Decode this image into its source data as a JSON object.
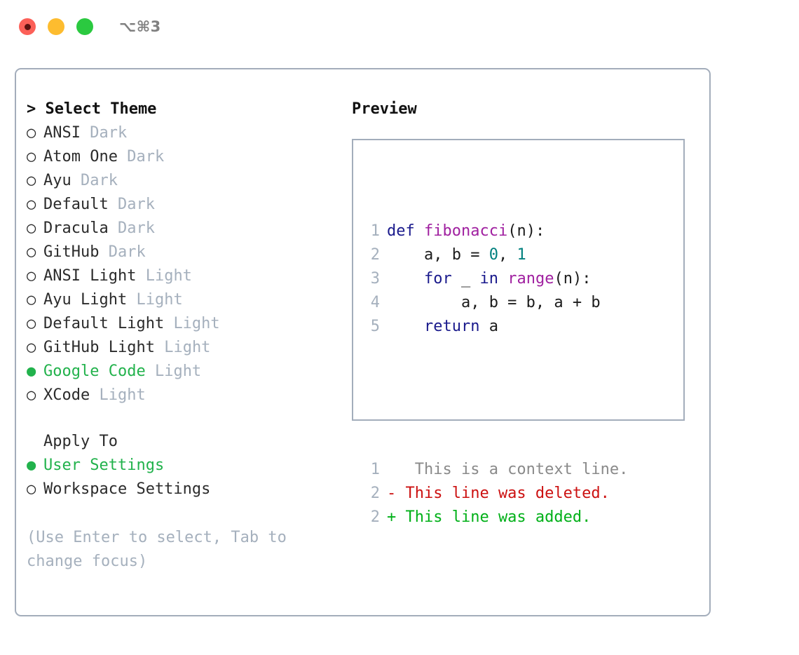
{
  "window": {
    "traffic_lights": [
      "close",
      "minimize",
      "maximize"
    ],
    "shortcut_label": "⌥⌘3"
  },
  "theme_selector": {
    "heading": "> Select Theme",
    "bullet_selected": "●",
    "bullet_unselected": "○",
    "accent_color": "#22b24c",
    "suffix_color": "#a5b0bd",
    "options": [
      {
        "label": "ANSI",
        "suffix": "Dark",
        "selected": false
      },
      {
        "label": "Atom One",
        "suffix": "Dark",
        "selected": false
      },
      {
        "label": "Ayu",
        "suffix": "Dark",
        "selected": false
      },
      {
        "label": "Default",
        "suffix": "Dark",
        "selected": false
      },
      {
        "label": "Dracula",
        "suffix": "Dark",
        "selected": false
      },
      {
        "label": "GitHub",
        "suffix": "Dark",
        "selected": false
      },
      {
        "label": "ANSI Light",
        "suffix": "Light",
        "selected": false
      },
      {
        "label": "Ayu Light",
        "suffix": "Light",
        "selected": false
      },
      {
        "label": "Default Light",
        "suffix": "Light",
        "selected": false
      },
      {
        "label": "GitHub Light",
        "suffix": "Light",
        "selected": false
      },
      {
        "label": "Google Code",
        "suffix": "Light",
        "selected": true
      },
      {
        "label": "XCode",
        "suffix": "Light",
        "selected": false
      }
    ]
  },
  "apply_to": {
    "heading": "Apply To",
    "options": [
      {
        "label": "User Settings",
        "selected": true
      },
      {
        "label": "Workspace Settings",
        "selected": false
      }
    ]
  },
  "hint": {
    "text": "(Use Enter to select, Tab to change focus)"
  },
  "preview": {
    "title": "Preview",
    "code_lines": [
      {
        "n": "1",
        "tokens": [
          {
            "t": "def ",
            "c": "kw"
          },
          {
            "t": "fibonacci",
            "c": "fn"
          },
          {
            "t": "(n):",
            "c": "pln"
          }
        ]
      },
      {
        "n": "2",
        "tokens": [
          {
            "t": "    a, b = ",
            "c": "pln"
          },
          {
            "t": "0",
            "c": "num"
          },
          {
            "t": ", ",
            "c": "pln"
          },
          {
            "t": "1",
            "c": "num"
          }
        ]
      },
      {
        "n": "3",
        "tokens": [
          {
            "t": "    ",
            "c": "pln"
          },
          {
            "t": "for",
            "c": "kw"
          },
          {
            "t": " _ ",
            "c": "pln"
          },
          {
            "t": "in",
            "c": "kw"
          },
          {
            "t": " ",
            "c": "pln"
          },
          {
            "t": "range",
            "c": "fn"
          },
          {
            "t": "(n):",
            "c": "pln"
          }
        ]
      },
      {
        "n": "4",
        "tokens": [
          {
            "t": "        a, b = b, a + b",
            "c": "pln"
          }
        ]
      },
      {
        "n": "5",
        "tokens": [
          {
            "t": "    ",
            "c": "pln"
          },
          {
            "t": "return",
            "c": "kw"
          },
          {
            "t": " a",
            "c": "pln"
          }
        ]
      }
    ],
    "diff_lines": [
      {
        "n": "1",
        "marker": " ",
        "text": "  This is a context line.",
        "kind": "ctx"
      },
      {
        "n": "2",
        "marker": "-",
        "text": " This line was deleted.",
        "kind": "del"
      },
      {
        "n": "2",
        "marker": "+",
        "text": " This line was added.",
        "kind": "add"
      }
    ]
  }
}
